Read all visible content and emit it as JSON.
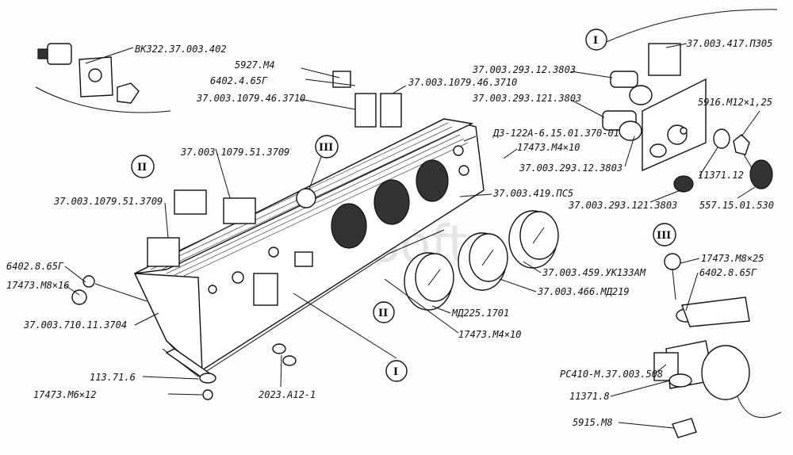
{
  "watermark": "AutoSoft",
  "markers": [
    {
      "id": "I-top",
      "text": "I"
    },
    {
      "id": "I-bottom",
      "text": "I"
    },
    {
      "id": "II-left",
      "text": "II"
    },
    {
      "id": "II-mid",
      "text": "II"
    },
    {
      "id": "III-panel",
      "text": "III"
    },
    {
      "id": "III-right",
      "text": "III"
    }
  ],
  "labels": {
    "l1": "ВК322.37.003.402",
    "l2": "5927.М4",
    "l3": "6402.4.65Г",
    "l4": "37.003.1079.46.3710",
    "l5": "37.003.1079.46.3710",
    "l6": "37.003.293.12.3803",
    "l7": "37.003.417.П305",
    "l8": "37.003.293.121.3803",
    "l9": "5916.М12×1,25",
    "l10": "ДЗ-122А-6.15.01.370-01",
    "l11": "17473.М4×10",
    "l12": "37.003.293.12.3803",
    "l13": "11371.12",
    "l14": "37.003.1079.51.3709",
    "l15": "37.003.419.ПС5",
    "l16": "37.003.293.121.3803",
    "l17": "557.15.01.530",
    "l18": "37.003.1079.51.3709",
    "l19": "17473.М8×25",
    "l20": "6402.8.65Г",
    "l21": "6402.8.65Г",
    "l22": "17473.М8×16",
    "l23": "37.003.459.УК133АМ",
    "l24": "37.003.466.МД219",
    "l25": "МД225.1701",
    "l26": "37.003.710.11.3704",
    "l27": "17473.М4×10",
    "l28": "РС410-М.37.003.508",
    "l29": "113.71.6",
    "l30": "17473.М6×12",
    "l31": "2023.А12-1",
    "l32": "11371.8",
    "l33": "5915.М8"
  }
}
